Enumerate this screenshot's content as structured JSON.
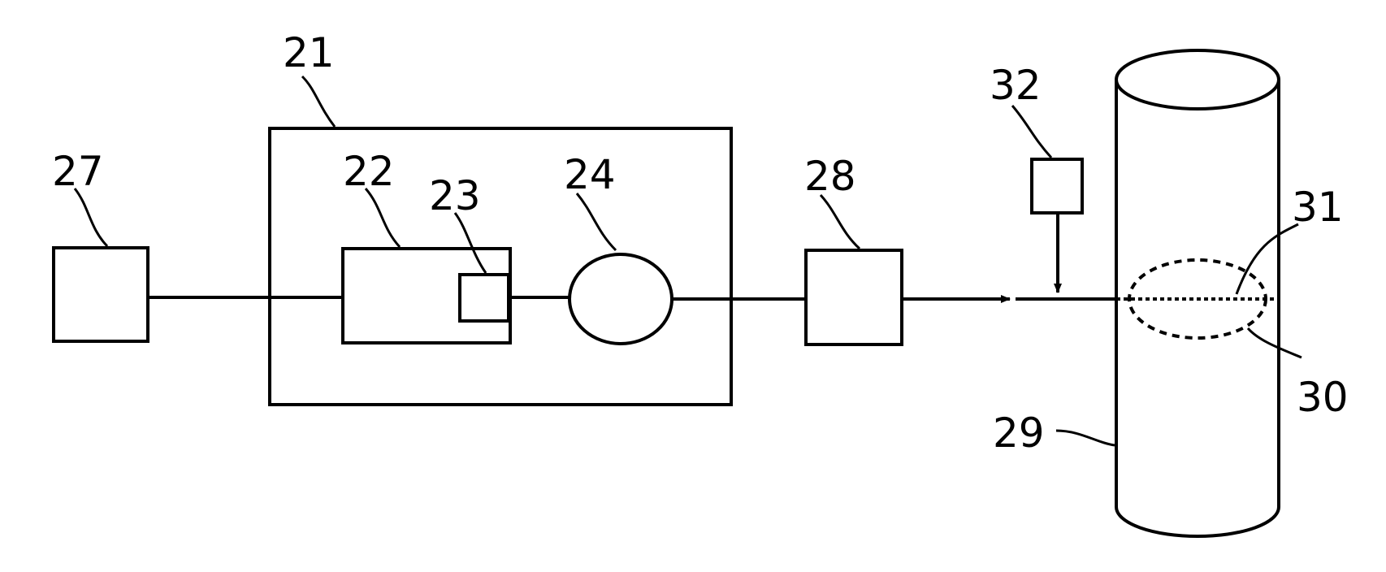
{
  "labels": {
    "l21": "21",
    "l22": "22",
    "l23": "23",
    "l24": "24",
    "l27": "27",
    "l28": "28",
    "l29": "29",
    "l30": "30",
    "l31": "31",
    "l32": "32"
  }
}
